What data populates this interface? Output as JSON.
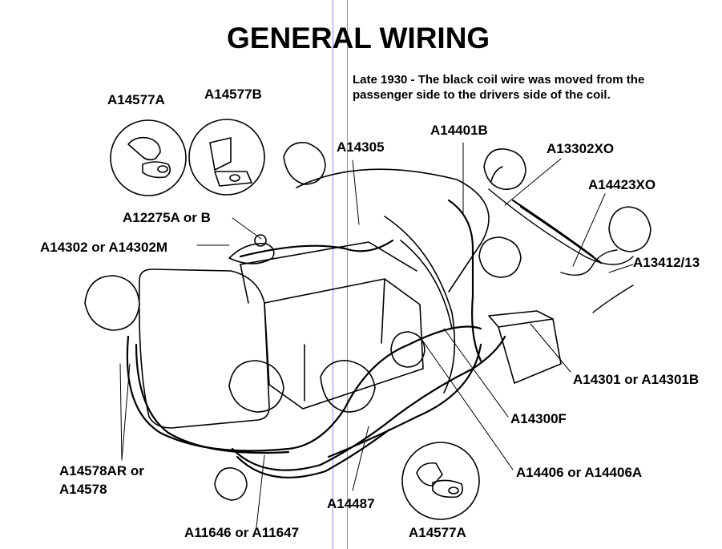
{
  "title": "GENERAL WIRING",
  "note": {
    "line1": "Late 1930 - The black coil wire was moved from the",
    "line2": "passenger side to the drivers side of the coil."
  },
  "labels": {
    "a14577a_top": "A14577A",
    "a14577b": "A14577B",
    "a14305": "A14305",
    "a14401b": "A14401B",
    "a13302xo": "A13302XO",
    "a14423xo": "A14423XO",
    "a12275": "A12275A or B",
    "a14302": "A14302 or A14302M",
    "a13412": "A13412/13",
    "a14301": "A14301 or A14301B",
    "a14300f": "A14300F",
    "a14578_line1": "A14578AR  or",
    "a14578_line2": "A14578",
    "a14406": "A14406 or A14406A",
    "a14487": "A14487",
    "a11646": "A11646 or A11647",
    "a14577a_bottom": "A14577A"
  }
}
